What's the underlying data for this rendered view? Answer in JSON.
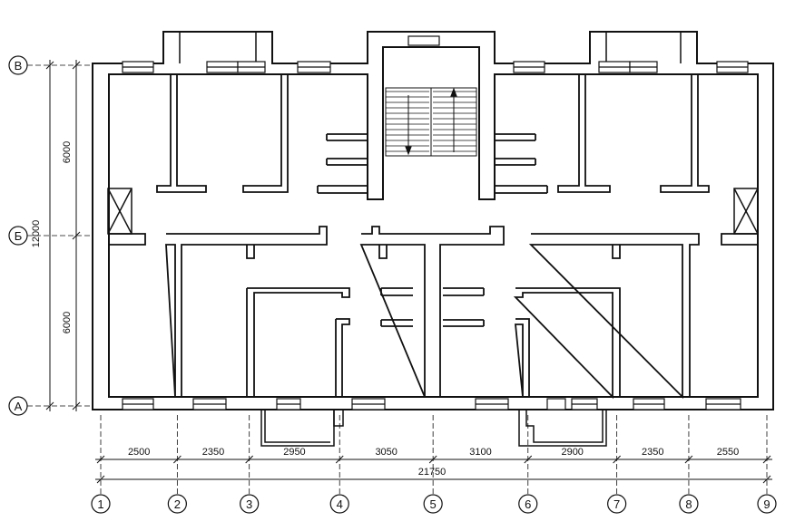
{
  "row_axes": [
    {
      "label": "В",
      "meters": 12
    },
    {
      "label": "Б",
      "meters": 6
    },
    {
      "label": "А",
      "meters": 0
    }
  ],
  "column_axes": [
    {
      "label": "1",
      "mm": 0
    },
    {
      "label": "2",
      "mm": 2500
    },
    {
      "label": "3",
      "mm": 4850
    },
    {
      "label": "4",
      "mm": 7800
    },
    {
      "label": "5",
      "mm": 10850
    },
    {
      "label": "6",
      "mm": 13950
    },
    {
      "label": "7",
      "mm": 16850
    },
    {
      "label": "8",
      "mm": 19200
    },
    {
      "label": "9",
      "mm": 21750
    }
  ],
  "bay_dimensions": [
    "2500",
    "2350",
    "2950",
    "3050",
    "3100",
    "2900",
    "2350",
    "2550"
  ],
  "total_width": "21750",
  "vertical_dimensions": [
    "6000",
    "6000"
  ],
  "total_depth": "12000"
}
